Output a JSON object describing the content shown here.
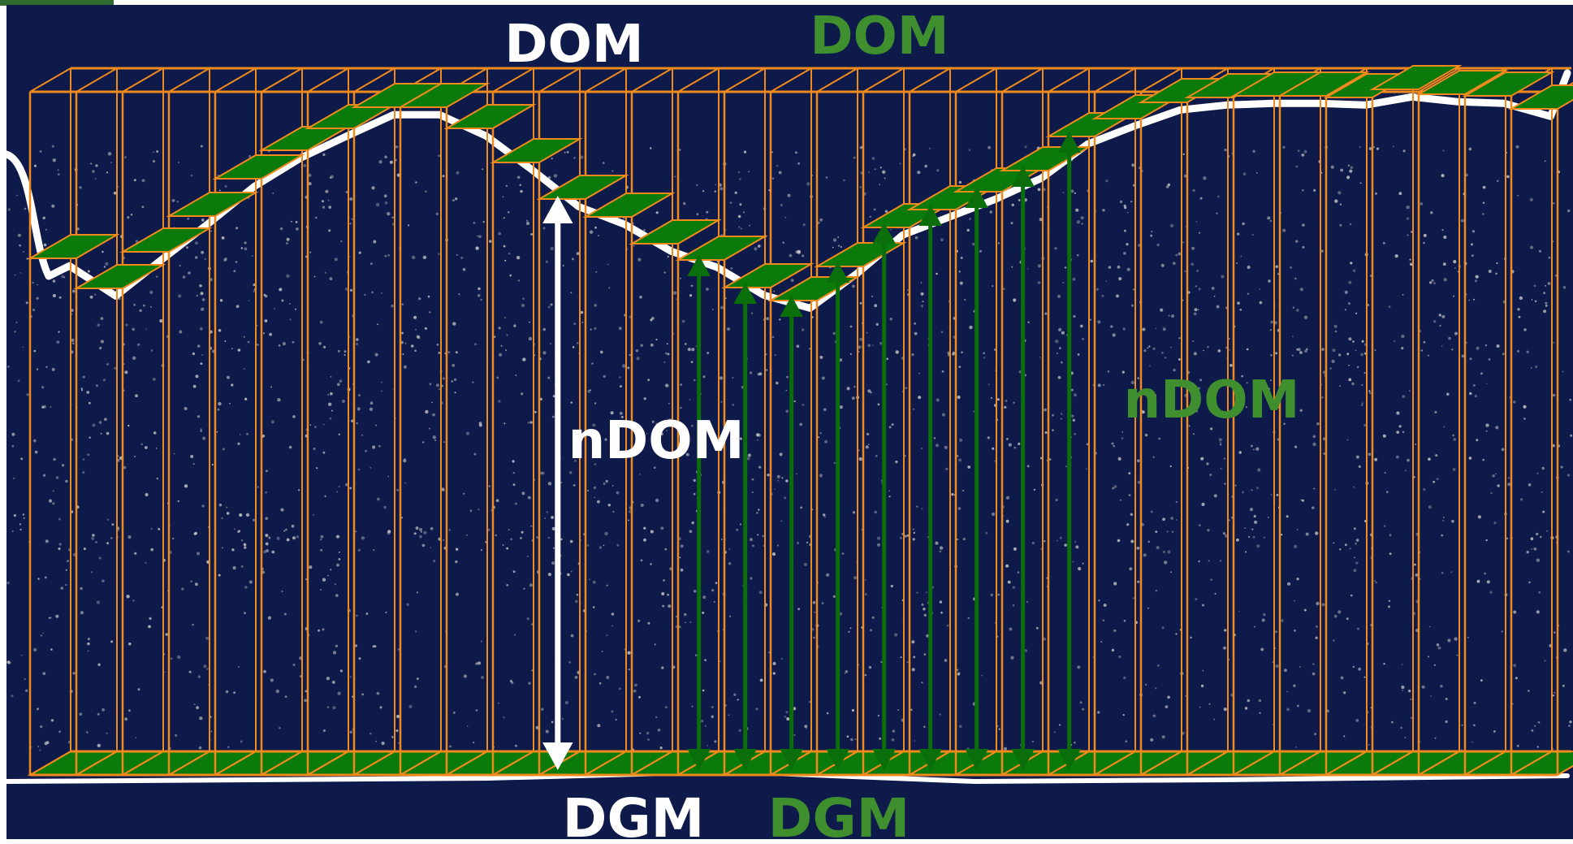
{
  "labels": {
    "dom_white": "DOM",
    "dom_green": "DOM",
    "ndom_white": "nDOM",
    "ndom_green": "nDOM",
    "dgm_white": "DGM",
    "dgm_green": "DGM"
  },
  "colors": {
    "background": "#0e1a4a",
    "frame": "#f08a1c",
    "cell_fill": "#0a7a0a",
    "cell_stroke": "#f08a1c",
    "surface_line": "#ffffff",
    "text_white": "#ffffff",
    "text_green": "#3f8f2e",
    "arrow_green": "#0a6e0a",
    "arrow_white": "#ffffff",
    "points": "#c9c9c9"
  },
  "icons": {
    "surface_cells": "parallelogram",
    "height_arrow": "double-headed-arrow",
    "point_cloud": "dots"
  }
}
